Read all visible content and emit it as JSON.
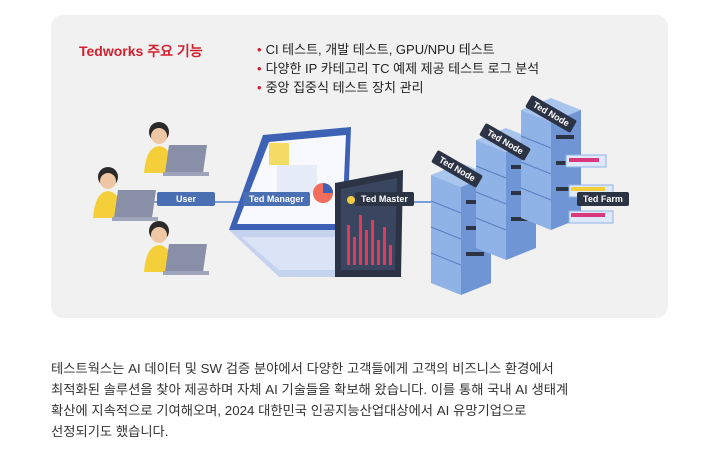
{
  "card": {
    "feature_title": "Tedworks 주요 기능",
    "features": [
      "CI 테스트, 개발 테스트, GPU/NPU 테스트",
      "다양한 IP 카테고리 TC 예제 제공 테스트 로그 분석",
      "중앙 집중식 테스트 장치 관리"
    ]
  },
  "diagram": {
    "user_label": "User",
    "manager_label": "Ted Manager",
    "master_label": "Ted Master",
    "node_labels": [
      "Ted Node",
      "Ted Node",
      "Ted Node"
    ],
    "farm_label": "Ted Farm"
  },
  "description": [
    "테스트웍스는 AI 데이터 및 SW 검증 분야에서 다양한 고객들에게 고객의 비즈니스 환경에서",
    "최적화된 솔루션을 찾아 제공하며 자체 AI 기술들을 확보해 왔습니다. 이를 통해 국내 AI 생태계",
    "확산에 지속적으로 기여해오며, 2024 대한민국 인공지능산업대상에서 AI 유망기업으로",
    "선정되기도 했습니다."
  ],
  "colors": {
    "accent_red": "#d2202f",
    "user_label_bg": "#4a6fb3",
    "server_blue": "#8fb3e6",
    "shirt_yellow": "#f5cf3a"
  }
}
